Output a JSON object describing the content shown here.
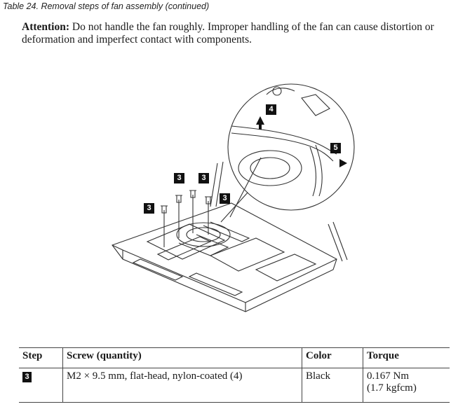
{
  "caption": "Table 24. Removal steps of fan assembly  (continued)",
  "attention": {
    "label": "Attention:",
    "text": " Do not handle the fan roughly. Improper handling of the fan can cause distortion or deformation and imperfect contact with components."
  },
  "figure": {
    "callouts": [
      "3",
      "3",
      "3",
      "3",
      "4",
      "5"
    ]
  },
  "table": {
    "headers": [
      "Step",
      "Screw (quantity)",
      "Color",
      "Torque"
    ],
    "rows": [
      {
        "step": "3",
        "screw": "M2 × 9.5 mm, flat-head, nylon-coated (4)",
        "color": "Black",
        "torque_line1": "0.167 Nm",
        "torque_line2": "(1.7 kgfcm)"
      }
    ]
  }
}
